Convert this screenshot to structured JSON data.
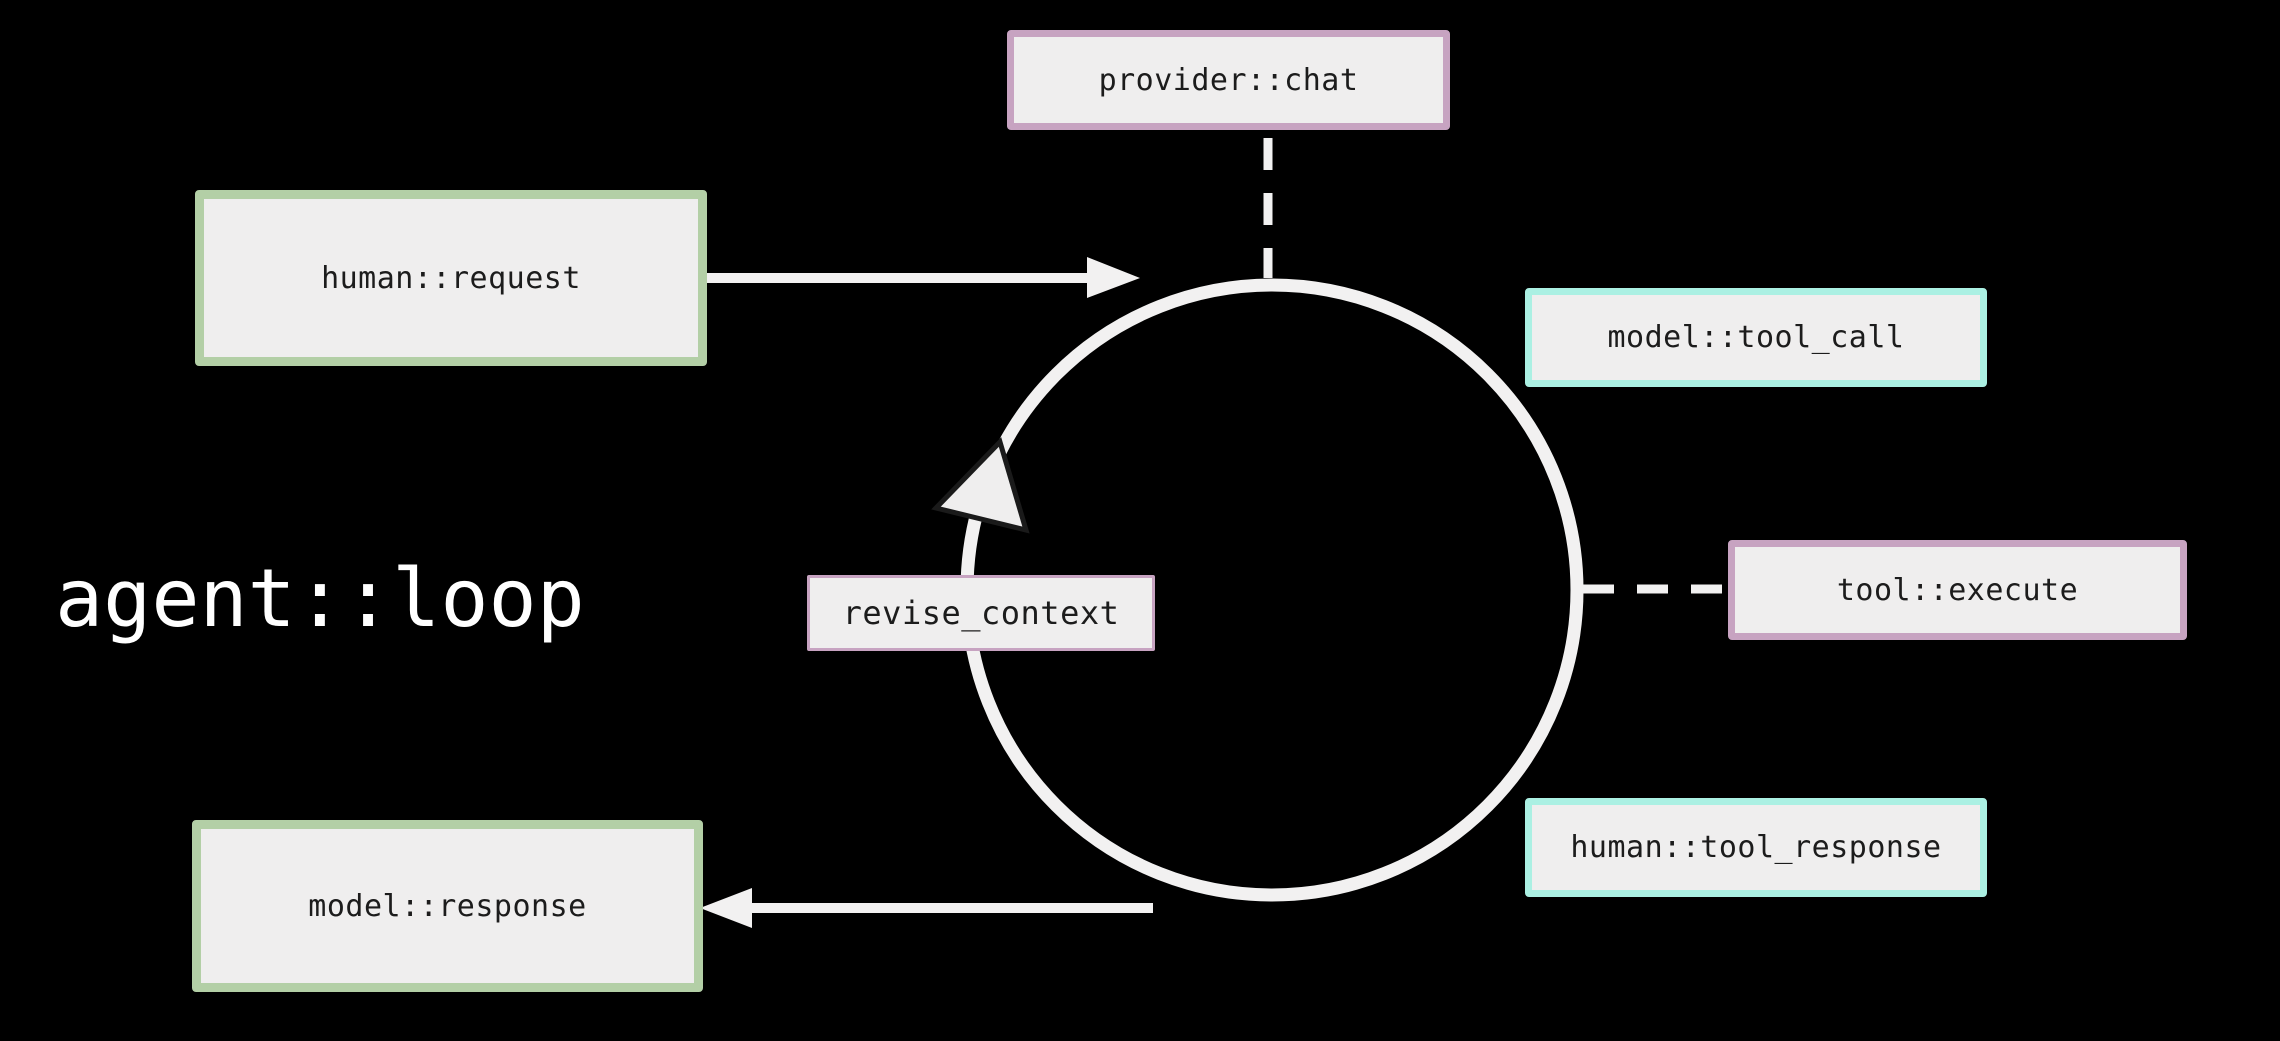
{
  "title": "agent::loop",
  "nodes": {
    "provider_chat": {
      "label": "provider::chat",
      "border_color": "#c7a3c1",
      "fill": "#efeeee"
    },
    "human_request": {
      "label": "human::request",
      "border_color": "#b3cfa6",
      "fill": "#efeeee"
    },
    "model_tool_call": {
      "label": "model::tool_call",
      "border_color": "#abf0e3",
      "fill": "#efeeee"
    },
    "tool_execute": {
      "label": "tool::execute",
      "border_color": "#c7a3c1",
      "fill": "#efeeee"
    },
    "human_tool_response": {
      "label": "human::tool_response",
      "border_color": "#abf0e3",
      "fill": "#efeeee"
    },
    "model_response": {
      "label": "model::response",
      "border_color": "#b3cfa6",
      "fill": "#efeeee"
    },
    "revise_context": {
      "label": "revise_context",
      "border_color": "#c7a3c1",
      "fill": "#efeeee"
    }
  },
  "edges": [
    {
      "from": "human::request",
      "to": "agent::loop",
      "style": "solid-arrow"
    },
    {
      "from": "provider::chat",
      "to": "agent::loop",
      "style": "dashed"
    },
    {
      "from": "agent::loop",
      "to": "tool::execute",
      "style": "dashed"
    },
    {
      "from": "agent::loop",
      "to": "model::response",
      "style": "solid-arrow"
    },
    {
      "from": "agent::loop",
      "to": "agent::loop",
      "style": "clockwise-loop-arrowhead"
    }
  ],
  "colors": {
    "background": "#000000",
    "box_fill": "#efeeee",
    "green_border": "#b3cfa6",
    "mauve_border": "#c7a3c1",
    "cyan_border": "#abf0e3",
    "line_stroke": "#f2f1f1",
    "box_text": "#1c1c1c",
    "title_text": "#ffffff",
    "arrowhead_outline": "#1a1a1a"
  }
}
